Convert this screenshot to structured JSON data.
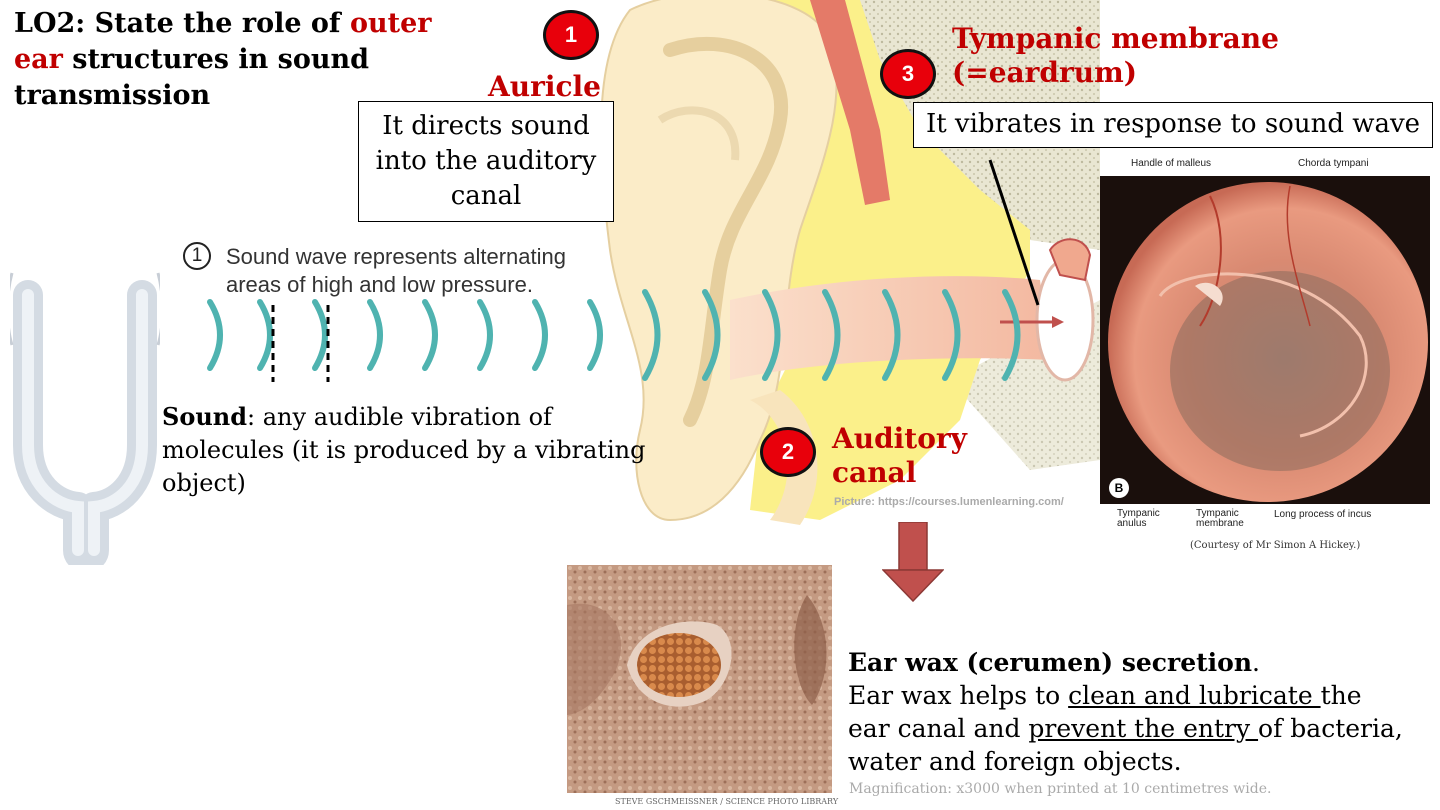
{
  "title": {
    "part1": "LO2: State the role of ",
    "part2": "outer ear",
    "part3": " structures in sound transmission"
  },
  "badges": {
    "one": "1",
    "two": "2",
    "three": "3"
  },
  "auricle": {
    "label": "Auricle",
    "description": "It directs sound into the auditory canal"
  },
  "tympanic": {
    "label_line1": "Tympanic membrane",
    "label_line2": "(=eardrum)",
    "description": "It vibrates in response to sound wave"
  },
  "auditory_canal": {
    "label_line1": "Auditory",
    "label_line2": "canal"
  },
  "sound_wave": {
    "number": "1",
    "line1": "Sound wave represents alternating",
    "line2": "areas of high and low pressure."
  },
  "sound_definition": {
    "term": "Sound",
    "definition": ": any audible vibration of molecules (it is produced by a vibrating object)"
  },
  "diagram_credit": "Picture: https://courses.lumenlearning.com/",
  "otoscope": {
    "labels": {
      "handle": "Handle of malleus",
      "chorda": "Chorda tympani",
      "anulus": "Tympanic anulus",
      "membrane": "Tympanic membrane",
      "incus": "Long process of incus",
      "panel": "B"
    },
    "credit": "(Courtesy of Mr Simon A Hickey.)"
  },
  "micrograph_credit": "STEVE GSCHMEISSNER / SCIENCE PHOTO LIBRARY",
  "earwax": {
    "heading": "Ear wax (cerumen) secretion",
    "heading_end": ".",
    "t1": "Ear wax helps to ",
    "u1": "clean and lubricate ",
    "t2": "the ear canal and ",
    "u2": "prevent the entry ",
    "t3": "of bacteria, water and foreign objects.",
    "magnification": "Magnification: x3000 when printed at 10 centimetres wide."
  },
  "colors": {
    "accent_red": "#c00000",
    "badge_red": "#e8000b",
    "wave_teal": "#4fb3b0",
    "arrow_red": "#c0504d"
  }
}
